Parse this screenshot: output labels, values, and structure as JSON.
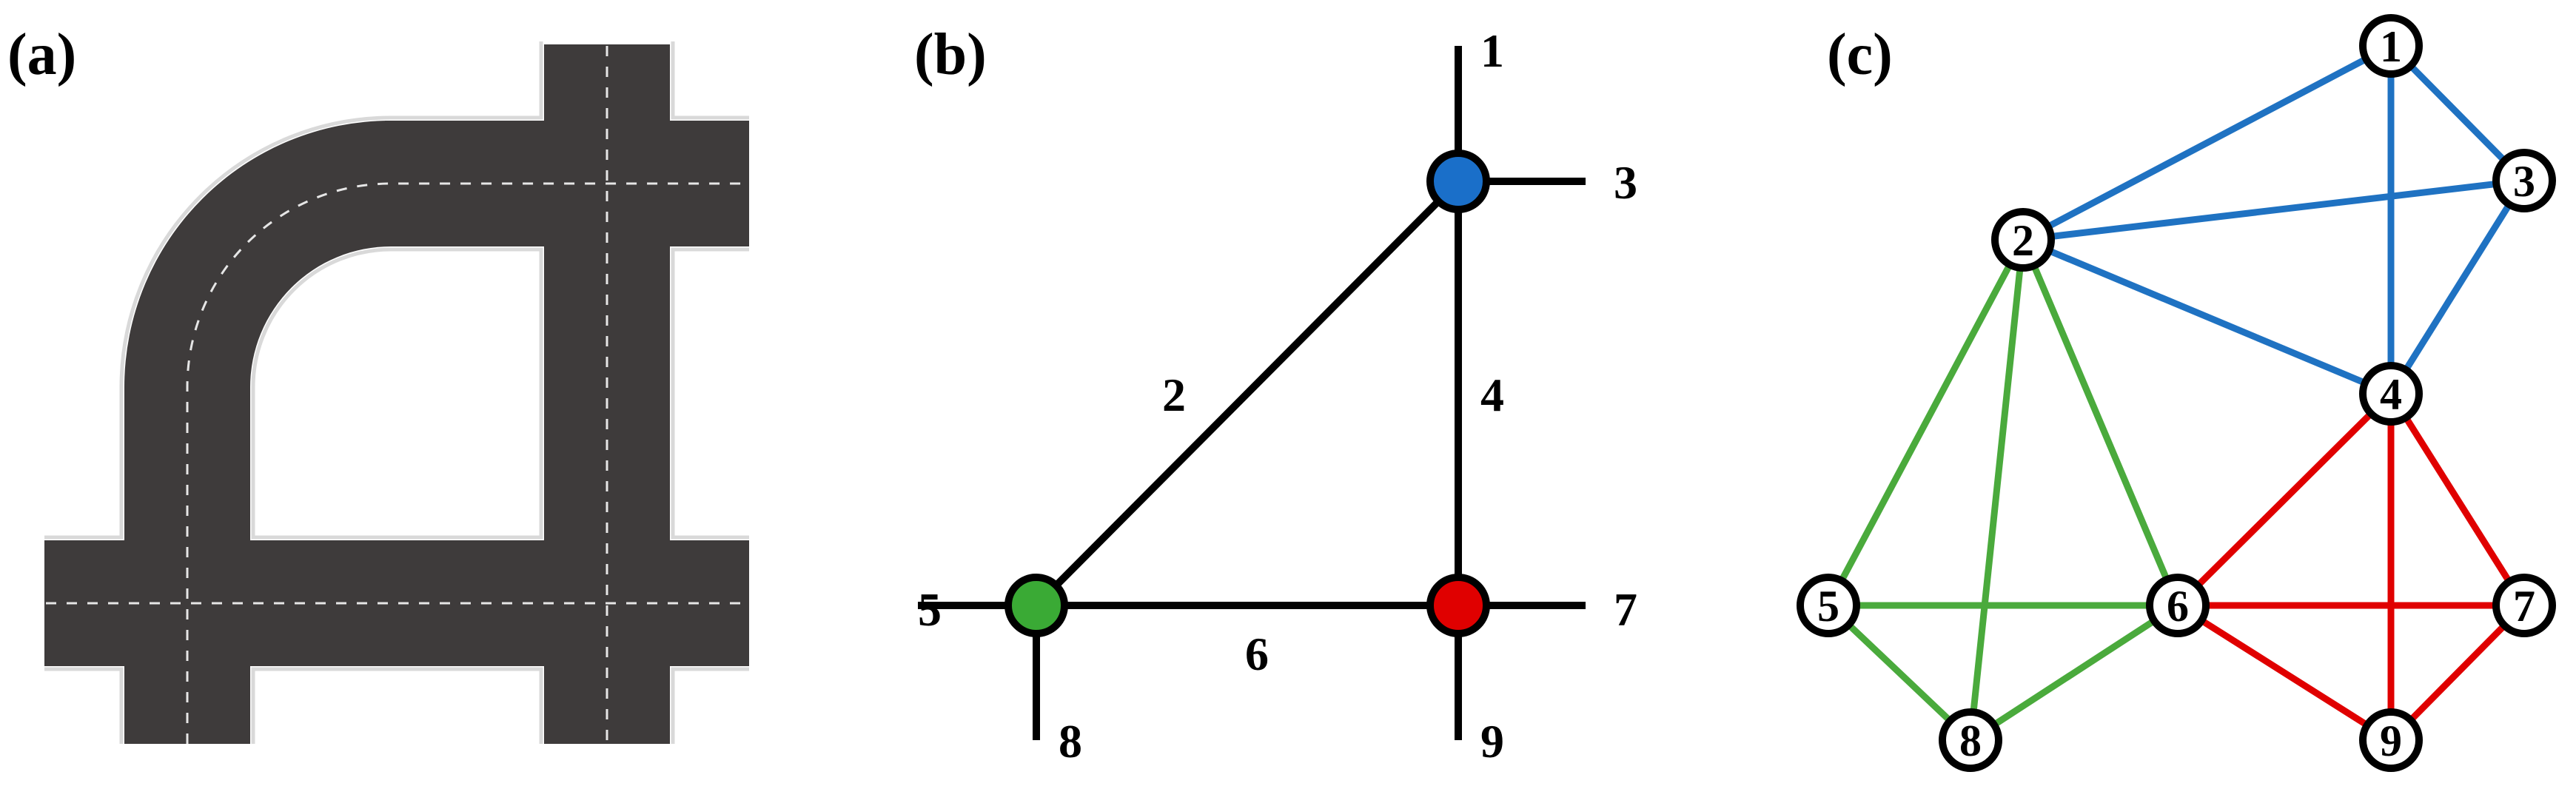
{
  "panels": {
    "a": {
      "label": "(a)"
    },
    "b": {
      "label": "(b)",
      "road_labels": [
        "1",
        "2",
        "3",
        "4",
        "5",
        "6",
        "7",
        "8",
        "9"
      ],
      "intersection_colors": {
        "top": "#1a6fc9",
        "bottom_left": "#3aaa35",
        "bottom_right": "#e00000"
      }
    },
    "c": {
      "label": "(c)",
      "nodes": [
        "1",
        "2",
        "3",
        "4",
        "5",
        "6",
        "7",
        "8",
        "9"
      ],
      "edge_groups": [
        {
          "color": "#1f72c2",
          "edges": [
            [
              "1",
              "2"
            ],
            [
              "1",
              "3"
            ],
            [
              "1",
              "4"
            ],
            [
              "2",
              "3"
            ],
            [
              "2",
              "4"
            ],
            [
              "3",
              "4"
            ]
          ]
        },
        {
          "color": "#4aaa3c",
          "edges": [
            [
              "2",
              "5"
            ],
            [
              "2",
              "6"
            ],
            [
              "2",
              "8"
            ],
            [
              "5",
              "6"
            ],
            [
              "5",
              "8"
            ],
            [
              "6",
              "8"
            ]
          ]
        },
        {
          "color": "#e00000",
          "edges": [
            [
              "4",
              "6"
            ],
            [
              "4",
              "7"
            ],
            [
              "4",
              "9"
            ],
            [
              "6",
              "7"
            ],
            [
              "6",
              "9"
            ],
            [
              "7",
              "9"
            ]
          ]
        }
      ]
    }
  }
}
